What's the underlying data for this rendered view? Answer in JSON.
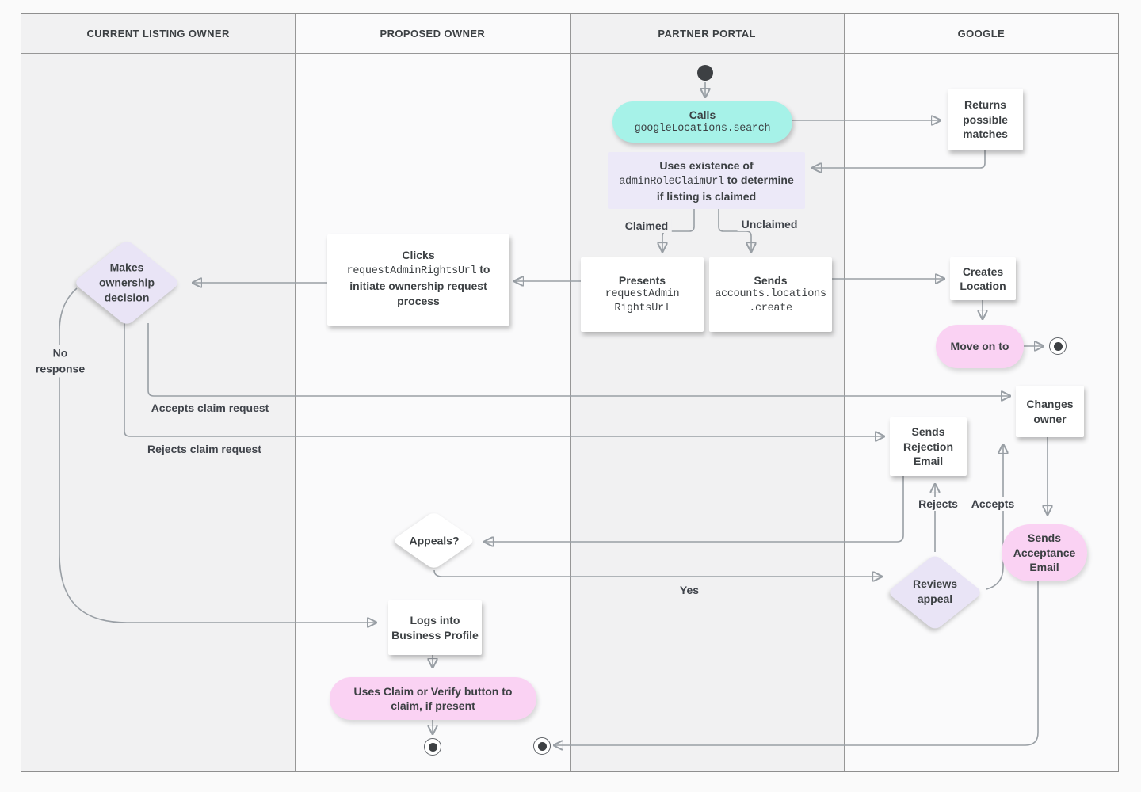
{
  "lanes": [
    {
      "label": "CURRENT LISTING OWNER"
    },
    {
      "label": "PROPOSED OWNER"
    },
    {
      "label": "PARTNER PORTAL"
    },
    {
      "label": "GOOGLE"
    }
  ],
  "nodes": {
    "calls": {
      "title": "Calls",
      "code": "googleLocations.search"
    },
    "returns_matches": {
      "label": "Returns possible matches"
    },
    "uses_existence": {
      "pre": "Uses existence of",
      "code": "adminRoleClaimUrl",
      "post": "to determine if listing is claimed"
    },
    "presents": {
      "title": "Presents",
      "code_line1": "requestAdmin",
      "code_line2": "RightsUrl"
    },
    "sends_create": {
      "title": "Sends",
      "code_line1": "accounts.locations",
      "code_line2": ".create"
    },
    "clicks": {
      "title": "Clicks",
      "code": "requestAdminRightsUrl",
      "post": "to initiate ownership request process"
    },
    "makes_decision": {
      "label": "Makes ownership decision"
    },
    "creates_location": {
      "label": "Creates Location"
    },
    "move_on": {
      "label": "Move on to"
    },
    "changes_owner": {
      "label": "Changes owner"
    },
    "sends_rejection": {
      "label": "Sends Rejection Email"
    },
    "appeals": {
      "label": "Appeals?"
    },
    "reviews_appeal": {
      "label": "Reviews appeal"
    },
    "sends_acceptance": {
      "label": "Sends Acceptance Email"
    },
    "logs_into_profile": {
      "label": "Logs into Business Profile"
    },
    "uses_claim_verify": {
      "label": "Uses Claim or Verify button to claim, if present"
    }
  },
  "edge_labels": {
    "claimed": "Claimed",
    "unclaimed": "Unclaimed",
    "no_response": "No response",
    "accepts_claim": "Accepts claim request",
    "rejects_claim": "Rejects claim request",
    "rejects": "Rejects",
    "accepts": "Accepts",
    "yes": "Yes"
  },
  "colors": {
    "teal_pill": "#A6F2E8",
    "pink_pill": "#FAD2F3",
    "lavender_diamond": "#E9E4F6",
    "lavender_panel": "#ECE9F8",
    "node_text": "#3C4043",
    "connector": "#999FA5",
    "lane_gray": "#F1F1F2",
    "lane_light": "#FAFAFB"
  }
}
